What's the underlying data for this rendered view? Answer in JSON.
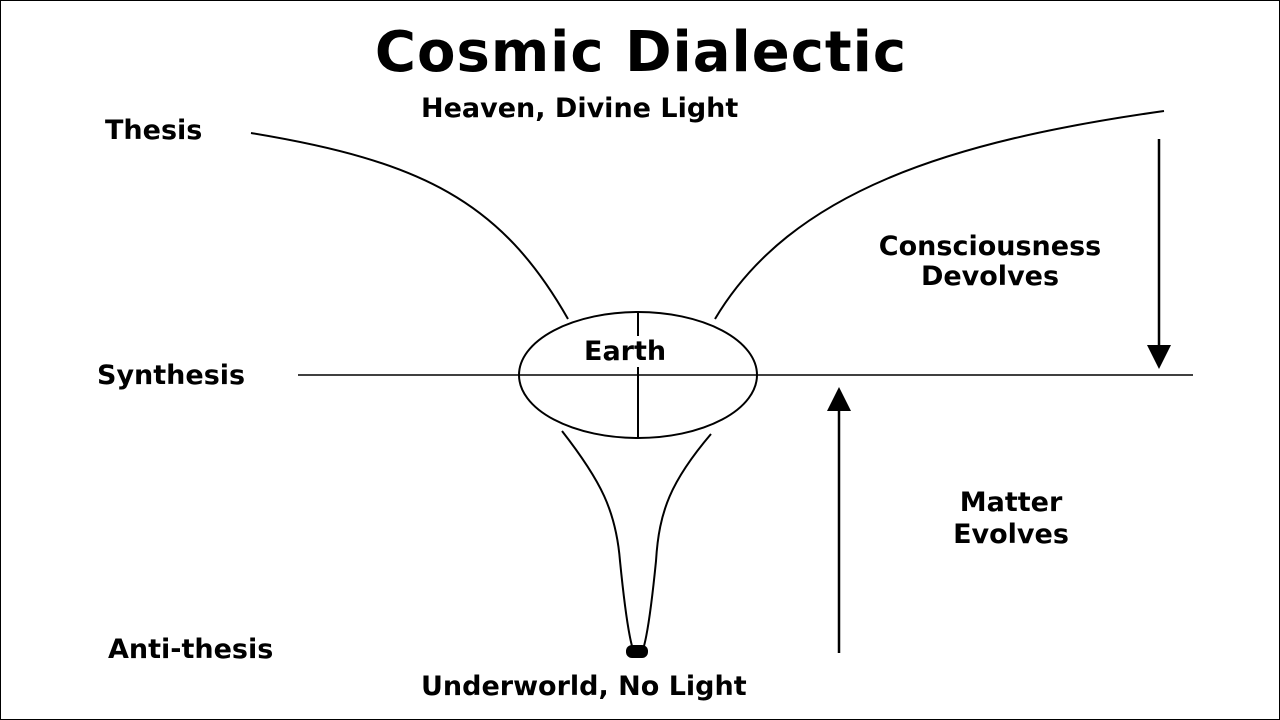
{
  "title": "Cosmic Dialectic",
  "labels": {
    "heaven": "Heaven, Divine Light",
    "thesis": "Thesis",
    "synthesis": "Synthesis",
    "antithesis": "Anti-thesis",
    "underworld": "Underworld, No Light",
    "earth": "Earth",
    "consciousness_line1": "Consciousness",
    "consciousness_line2": "Devolves",
    "matter_line1": "Matter",
    "matter_line2": "Evolves"
  },
  "colors": {
    "line": "#000000",
    "background": "#ffffff"
  }
}
